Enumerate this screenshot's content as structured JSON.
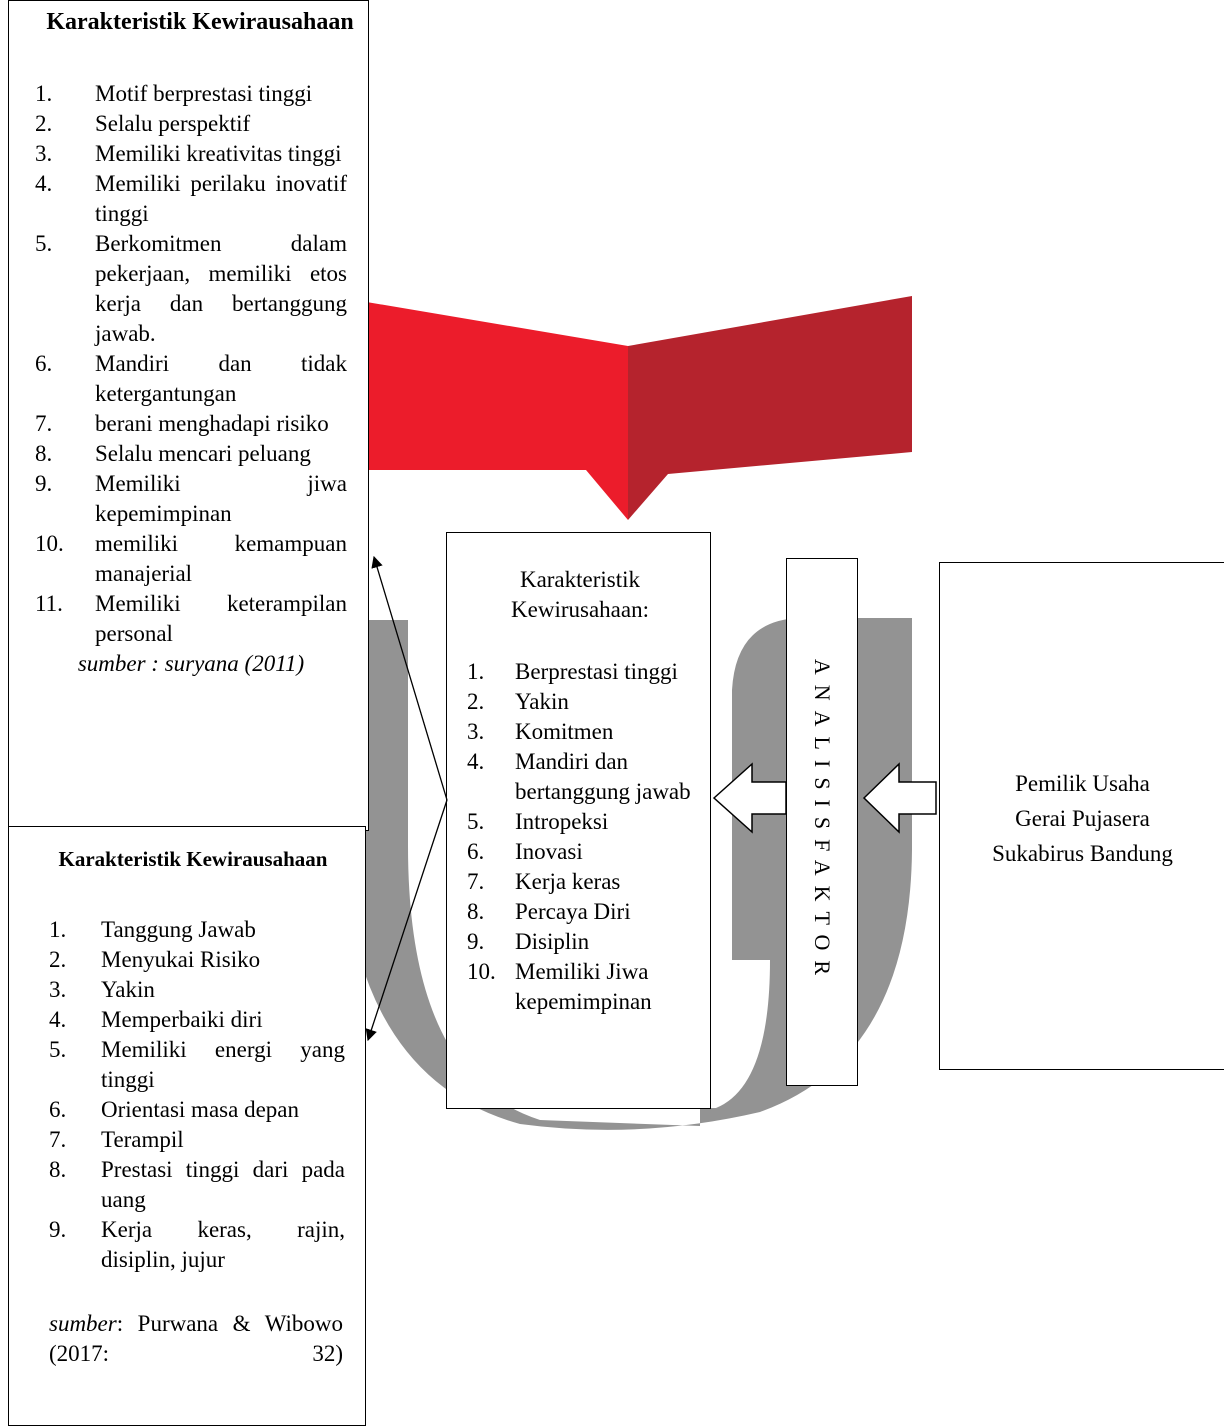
{
  "left_top_box": {
    "title": "Karakteristik Kewirausahaan",
    "items": [
      {
        "num": "1.",
        "text": "Motif berprestasi tinggi"
      },
      {
        "num": "2.",
        "text": "Selalu perspektif"
      },
      {
        "num": "3.",
        "text": "Memiliki kreativitas tinggi"
      },
      {
        "num": "4.",
        "text": "Memiliki perilaku inovatif tinggi"
      },
      {
        "num": "5.",
        "text": "Berkomitmen dalam pekerjaan, memiliki etos kerja dan bertanggung jawab."
      },
      {
        "num": "6.",
        "text": "Mandiri dan tidak ketergantungan"
      },
      {
        "num": "7.",
        "text": "berani menghadapi risiko"
      },
      {
        "num": "8.",
        "text": "Selalu mencari peluang"
      },
      {
        "num": "9.",
        "text": "Memiliki jiwa kepemimpinan"
      },
      {
        "num": "10.",
        "text": "memiliki kemampuan manajerial"
      },
      {
        "num": "11.",
        "text": "Memiliki keterampilan personal"
      }
    ],
    "source": "sumber : suryana (2011)"
  },
  "left_bottom_box": {
    "title": "Karakteristik Kewirausahaan",
    "items": [
      {
        "num": "1.",
        "text": "Tanggung Jawab"
      },
      {
        "num": "2.",
        "text": "Menyukai Risiko"
      },
      {
        "num": "3.",
        "text": "Yakin"
      },
      {
        "num": "4.",
        "text": "Memperbaiki diri"
      },
      {
        "num": "5.",
        "text": "Memiliki energi yang tinggi"
      },
      {
        "num": "6.",
        "text": "Orientasi masa depan"
      },
      {
        "num": "7.",
        "text": "Terampil"
      },
      {
        "num": "8.",
        "text": "Prestasi tinggi dari pada uang"
      },
      {
        "num": "9.",
        "text": "Kerja keras, rajin, disiplin, jujur"
      }
    ],
    "source_label": "sumber",
    "source_rest": ": Purwana & Wibowo (2017: 32)"
  },
  "center_box": {
    "title": "Karakteristik Kewirusahaan:",
    "items": [
      {
        "num": "1.",
        "text": "Berprestasi tinggi"
      },
      {
        "num": "2.",
        "text": "Yakin"
      },
      {
        "num": "3.",
        "text": "Komitmen"
      },
      {
        "num": "4.",
        "text": "Mandiri dan bertanggung jawab"
      },
      {
        "num": "5.",
        "text": "Intropeksi"
      },
      {
        "num": "6.",
        "text": "Inovasi"
      },
      {
        "num": "7.",
        "text": "Kerja keras"
      },
      {
        "num": "8.",
        "text": "Percaya Diri"
      },
      {
        "num": "9.",
        "text": "Disiplin"
      },
      {
        "num": "10.",
        "text": "Memiliki Jiwa kepemimpinan"
      }
    ]
  },
  "vertical_box": {
    "text": "ANALISISFAKTOR"
  },
  "right_box": {
    "lines": [
      "Pemilik Usaha",
      "Gerai Pujasera",
      "Sukabirus Bandung"
    ]
  },
  "colors": {
    "watermark_red": "#ec1c2b",
    "watermark_red_dark": "#b5232d",
    "watermark_gray": "#939393",
    "border": "#000000"
  }
}
